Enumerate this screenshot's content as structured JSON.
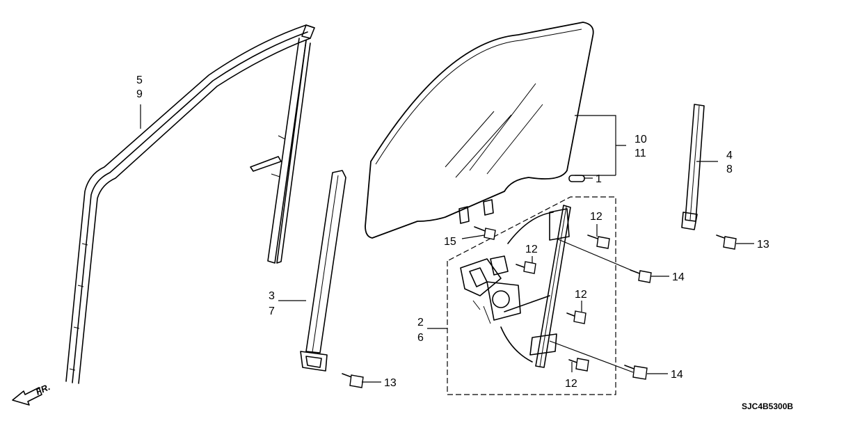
{
  "diagram": {
    "callouts": {
      "run_channel_labels": [
        "5",
        "9"
      ],
      "front_sash_labels": [
        "3",
        "7"
      ],
      "rear_sash_labels": [
        "4",
        "8"
      ],
      "glass_labels": [
        "10",
        "11"
      ],
      "glass_clip_label": "1",
      "regulator_labels": [
        "2",
        "6"
      ],
      "bolt_15_label": "15",
      "bolt_12_label": "12",
      "bolt_13_label": "13",
      "bolt_14_label": "14"
    },
    "direction_label": "FR.",
    "drawing_code": "SJC4B5300B"
  }
}
